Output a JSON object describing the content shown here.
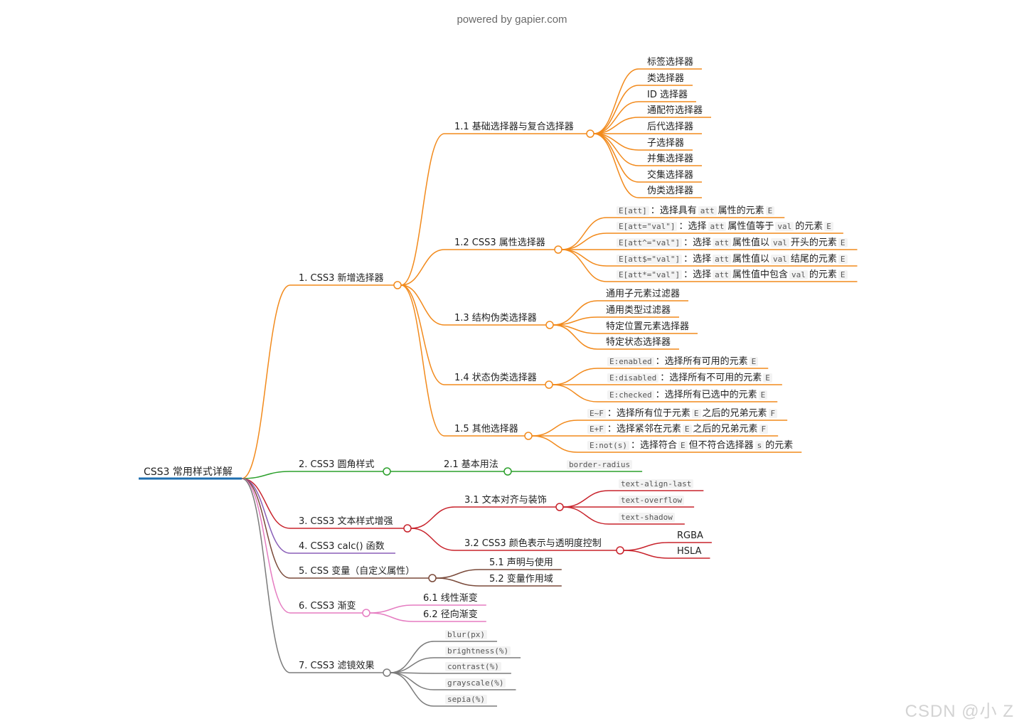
{
  "header": {
    "powered_by": "powered by gapier.com"
  },
  "watermark": "CSDN @小 Z",
  "mindmap": {
    "root": {
      "label": "CSS3 常用样式详解",
      "color": "#1f6fb0",
      "children": [
        {
          "label": "1. CSS3 新增选择器",
          "color": "#f28a1c",
          "children": [
            {
              "label": "1.1 基础选择器与复合选择器",
              "children": [
                {
                  "parts": [
                    {
                      "t": "标签选择器"
                    }
                  ]
                },
                {
                  "parts": [
                    {
                      "t": "类选择器"
                    }
                  ]
                },
                {
                  "parts": [
                    {
                      "t": "ID 选择器"
                    }
                  ]
                },
                {
                  "parts": [
                    {
                      "t": "通配符选择器"
                    }
                  ]
                },
                {
                  "parts": [
                    {
                      "t": "后代选择器"
                    }
                  ]
                },
                {
                  "parts": [
                    {
                      "t": "子选择器"
                    }
                  ]
                },
                {
                  "parts": [
                    {
                      "t": "并集选择器"
                    }
                  ]
                },
                {
                  "parts": [
                    {
                      "t": "交集选择器"
                    }
                  ]
                },
                {
                  "parts": [
                    {
                      "t": "伪类选择器"
                    }
                  ]
                }
              ]
            },
            {
              "label": "1.2 CSS3 属性选择器",
              "children": [
                {
                  "parts": [
                    {
                      "c": "E[att]"
                    },
                    {
                      "t": "：选择具有"
                    },
                    {
                      "c": "att"
                    },
                    {
                      "t": "属性的元素"
                    },
                    {
                      "c": "E"
                    }
                  ]
                },
                {
                  "parts": [
                    {
                      "c": "E[att=\"val\"]"
                    },
                    {
                      "t": "：选择"
                    },
                    {
                      "c": "att"
                    },
                    {
                      "t": "属性值等于"
                    },
                    {
                      "c": "val"
                    },
                    {
                      "t": "的元素"
                    },
                    {
                      "c": "E"
                    }
                  ]
                },
                {
                  "parts": [
                    {
                      "c": "E[att^=\"val\"]"
                    },
                    {
                      "t": "：选择"
                    },
                    {
                      "c": "att"
                    },
                    {
                      "t": "属性值以"
                    },
                    {
                      "c": "val"
                    },
                    {
                      "t": "开头的元素"
                    },
                    {
                      "c": "E"
                    }
                  ]
                },
                {
                  "parts": [
                    {
                      "c": "E[att$=\"val\"]"
                    },
                    {
                      "t": "：选择"
                    },
                    {
                      "c": "att"
                    },
                    {
                      "t": "属性值以"
                    },
                    {
                      "c": "val"
                    },
                    {
                      "t": "结尾的元素"
                    },
                    {
                      "c": "E"
                    }
                  ]
                },
                {
                  "parts": [
                    {
                      "c": "E[att*=\"val\"]"
                    },
                    {
                      "t": "：选择"
                    },
                    {
                      "c": "att"
                    },
                    {
                      "t": "属性值中包含"
                    },
                    {
                      "c": "val"
                    },
                    {
                      "t": "的元素"
                    },
                    {
                      "c": "E"
                    }
                  ]
                }
              ]
            },
            {
              "label": "1.3 结构伪类选择器",
              "children": [
                {
                  "parts": [
                    {
                      "t": "通用子元素过滤器"
                    }
                  ]
                },
                {
                  "parts": [
                    {
                      "t": "通用类型过滤器"
                    }
                  ]
                },
                {
                  "parts": [
                    {
                      "t": "特定位置元素选择器"
                    }
                  ]
                },
                {
                  "parts": [
                    {
                      "t": "特定状态选择器"
                    }
                  ]
                }
              ]
            },
            {
              "label": "1.4 状态伪类选择器",
              "children": [
                {
                  "parts": [
                    {
                      "c": "E:enabled"
                    },
                    {
                      "t": "：选择所有可用的元素"
                    },
                    {
                      "c": "E"
                    }
                  ]
                },
                {
                  "parts": [
                    {
                      "c": "E:disabled"
                    },
                    {
                      "t": "：选择所有不可用的元素"
                    },
                    {
                      "c": "E"
                    }
                  ]
                },
                {
                  "parts": [
                    {
                      "c": "E:checked"
                    },
                    {
                      "t": "：选择所有已选中的元素"
                    },
                    {
                      "c": "E"
                    }
                  ]
                }
              ]
            },
            {
              "label": "1.5 其他选择器",
              "children": [
                {
                  "parts": [
                    {
                      "c": "E~F"
                    },
                    {
                      "t": "：选择所有位于元素"
                    },
                    {
                      "c": "E"
                    },
                    {
                      "t": "之后的兄弟元素"
                    },
                    {
                      "c": "F"
                    }
                  ]
                },
                {
                  "parts": [
                    {
                      "c": "E+F"
                    },
                    {
                      "t": "：选择紧邻在元素"
                    },
                    {
                      "c": "E"
                    },
                    {
                      "t": "之后的兄弟元素"
                    },
                    {
                      "c": "F"
                    }
                  ]
                },
                {
                  "parts": [
                    {
                      "c": "E:not(s)"
                    },
                    {
                      "t": "：选择符合"
                    },
                    {
                      "c": "E"
                    },
                    {
                      "t": "但不符合选择器"
                    },
                    {
                      "c": "s"
                    },
                    {
                      "t": "的元素"
                    }
                  ]
                }
              ]
            }
          ]
        },
        {
          "label": "2. CSS3 圆角样式",
          "color": "#2ca02c",
          "children": [
            {
              "label": "2.1 基本用法",
              "children": [
                {
                  "parts": [
                    {
                      "c": "border-radius"
                    }
                  ]
                }
              ]
            }
          ]
        },
        {
          "label": "3. CSS3 文本样式增强",
          "color": "#c8232c",
          "children": [
            {
              "label": "3.1 文本对齐与装饰",
              "children": [
                {
                  "parts": [
                    {
                      "c": "text-align-last"
                    }
                  ]
                },
                {
                  "parts": [
                    {
                      "c": "text-overflow"
                    }
                  ]
                },
                {
                  "parts": [
                    {
                      "c": "text-shadow"
                    }
                  ]
                }
              ]
            },
            {
              "label": "3.2 CSS3 颜色表示与透明度控制",
              "children": [
                {
                  "parts": [
                    {
                      "t": "RGBA"
                    }
                  ]
                },
                {
                  "parts": [
                    {
                      "t": "HSLA"
                    }
                  ]
                }
              ]
            }
          ]
        },
        {
          "label": "4. CSS3 calc() 函数",
          "color": "#8a5fb8",
          "children": []
        },
        {
          "label": "5. CSS 变量（自定义属性）",
          "color": "#7a4a3a",
          "children": [
            {
              "label": "5.1 声明与使用",
              "children": []
            },
            {
              "label": "5.2 变量作用域",
              "children": []
            }
          ]
        },
        {
          "label": "6. CSS3 渐变",
          "color": "#e57cc1",
          "children": [
            {
              "label": "6.1 线性渐变",
              "children": []
            },
            {
              "label": "6.2 径向渐变",
              "children": []
            }
          ]
        },
        {
          "label": "7. CSS3 滤镜效果",
          "color": "#7b7b7b",
          "children": [
            {
              "parts": [
                {
                  "c": "blur(px)"
                }
              ]
            },
            {
              "parts": [
                {
                  "c": "brightness(%)"
                }
              ]
            },
            {
              "parts": [
                {
                  "c": "contrast(%)"
                }
              ]
            },
            {
              "parts": [
                {
                  "c": "grayscale(%)"
                }
              ]
            },
            {
              "parts": [
                {
                  "c": "sepia(%)"
                }
              ]
            }
          ]
        }
      ]
    }
  }
}
